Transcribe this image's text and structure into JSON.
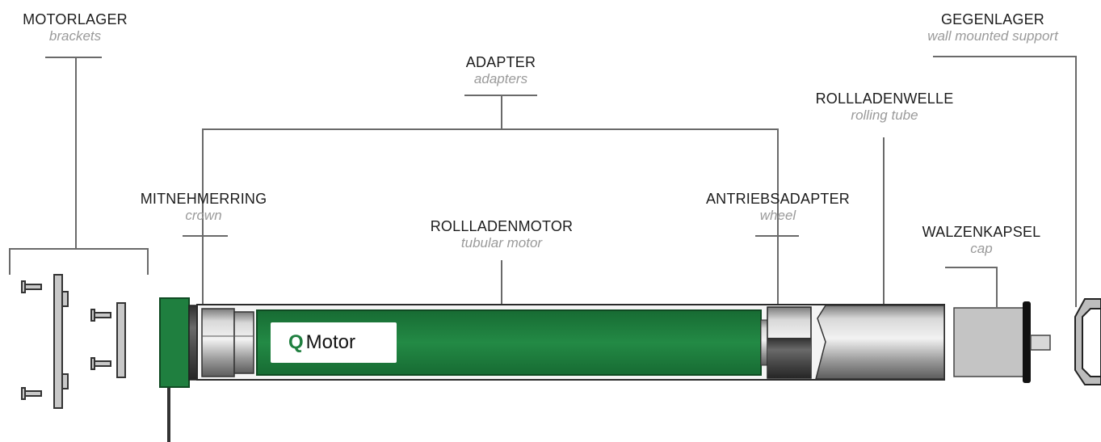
{
  "labels": {
    "motorlager": {
      "de": "MOTORLAGER",
      "en": "brackets"
    },
    "gegenlager": {
      "de": "GEGENLAGER",
      "en": "wall mounted support"
    },
    "adapter": {
      "de": "ADAPTER",
      "en": "adapters"
    },
    "rollladenwelle": {
      "de": "ROLLLADENWELLE",
      "en": "rolling tube"
    },
    "mitnehmerring": {
      "de": "MITNEHMERRING",
      "en": "crown"
    },
    "antriebsadapter": {
      "de": "ANTRIEBSADAPTER",
      "en": "wheel"
    },
    "rollladenmotor": {
      "de": "ROLLLADENMOTOR",
      "en": "tubular motor"
    },
    "walzenkapsel": {
      "de": "WALZENKAPSEL",
      "en": "cap"
    }
  },
  "logo": {
    "mark": "Q",
    "name": "Motor"
  },
  "colors": {
    "motor_green": "#1f7f3f",
    "line": "#555555",
    "metal": "#b8b8b8"
  }
}
